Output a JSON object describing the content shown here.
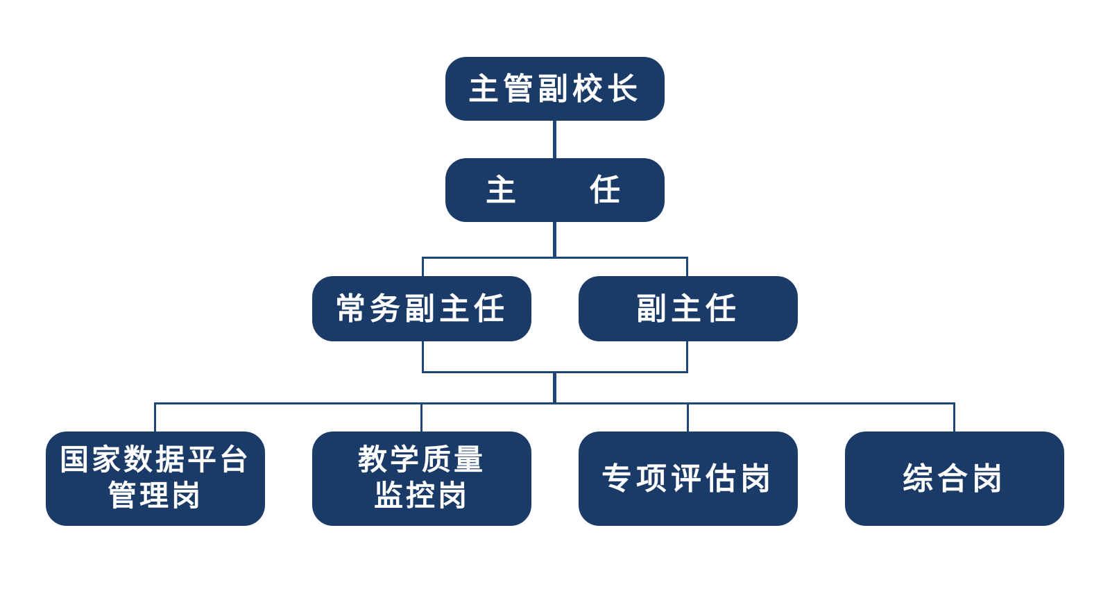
{
  "colors": {
    "page_bg": "#ffffff",
    "node_fill": "#1a3a68",
    "node_text": "#ffffff",
    "line": "#1e4677"
  },
  "org_chart": {
    "type": "organization-hierarchy",
    "nodes": {
      "vice_principal": {
        "label": "主管副校长"
      },
      "director": {
        "label": "主　　任"
      },
      "exec_deputy_director": {
        "label": "常务副主任"
      },
      "deputy_director": {
        "label": "副主任"
      },
      "post_data_platform": {
        "line1": "国家数据平台",
        "line2": "管理岗"
      },
      "post_teaching_quality": {
        "line1": "教学质量",
        "line2": "监控岗"
      },
      "post_special_evaluation": {
        "label": "专项评估岗"
      },
      "post_comprehensive": {
        "label": "综合岗"
      }
    },
    "levels": [
      [
        "主管副校长"
      ],
      [
        "主　　任"
      ],
      [
        "常务副主任",
        "副主任"
      ],
      [
        "国家数据平台管理岗",
        "教学质量监控岗",
        "专项评估岗",
        "综合岗"
      ]
    ]
  }
}
